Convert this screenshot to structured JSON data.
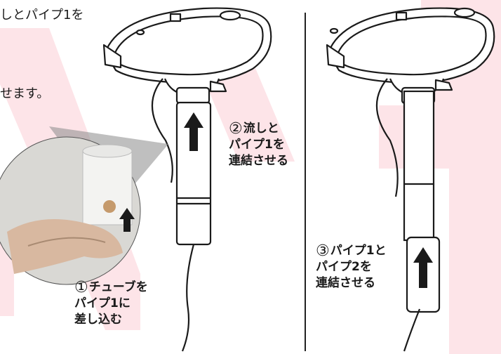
{
  "intro": {
    "line1": "しとパイプ1を",
    "line2": "せます。"
  },
  "steps": [
    {
      "number": "①",
      "lines": [
        "チューブを",
        "パイプ1に",
        "差し込む"
      ]
    },
    {
      "number": "②",
      "lines": [
        "流しと",
        "パイプ1を",
        "連結させる"
      ]
    },
    {
      "number": "③",
      "lines": [
        "パイプ1と",
        "パイプ2を",
        "連結させる"
      ]
    }
  ],
  "colors": {
    "background_accent": "#fde4e8",
    "outline": "#1a1a1a",
    "divider": "#222222"
  },
  "icons": [
    "up-arrow-icon",
    "sink-basin-illustration",
    "pipe-illustration",
    "hand-photo-inset"
  ]
}
